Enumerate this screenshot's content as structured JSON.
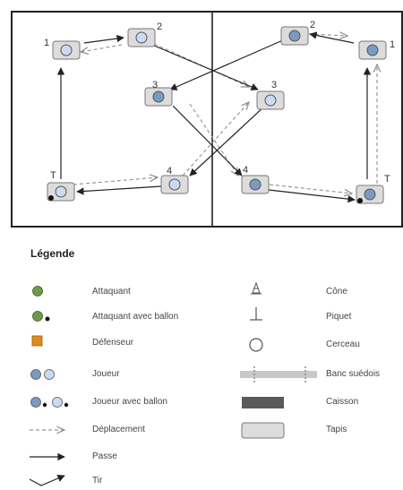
{
  "diagram": {
    "tapis": [
      {
        "id": "p1l",
        "label": "1",
        "player": "light",
        "ball": false
      },
      {
        "id": "p2l",
        "label": "2",
        "player": "light",
        "ball": false
      },
      {
        "id": "p3l",
        "label": "3",
        "player": "dark",
        "ball": false
      },
      {
        "id": "p4l",
        "label": "4",
        "player": "light",
        "ball": false
      },
      {
        "id": "pTl",
        "label": "T",
        "player": "light",
        "ball": true
      },
      {
        "id": "p3r",
        "label": "3",
        "player": "light",
        "ball": false
      },
      {
        "id": "p4r",
        "label": "4",
        "player": "dark",
        "ball": false
      },
      {
        "id": "p2r",
        "label": "2",
        "player": "dark",
        "ball": false
      },
      {
        "id": "p1r",
        "label": "1",
        "player": "dark",
        "ball": false
      },
      {
        "id": "pTr",
        "label": "T",
        "player": "dark",
        "ball": true
      }
    ]
  },
  "legend": {
    "title": "Légende",
    "left_items": [
      "Attaquant",
      "Attaquant avec ballon",
      "Défenseur",
      "Joueur",
      "Joueur avec ballon",
      "Déplacement",
      "Passe",
      "Tir"
    ],
    "right_items": [
      "Cône",
      "Piquet",
      "Cerceau",
      "Banc suédois",
      "Caisson",
      "Tapis"
    ]
  },
  "colors": {
    "attacker_green": "#6e9a4c",
    "defender_orange": "#e08a1e",
    "player_dark": "#7b9ac2",
    "player_light": "#c9dcef",
    "mat_fill": "#dcdcdc",
    "caisson": "#5a5a5a"
  }
}
